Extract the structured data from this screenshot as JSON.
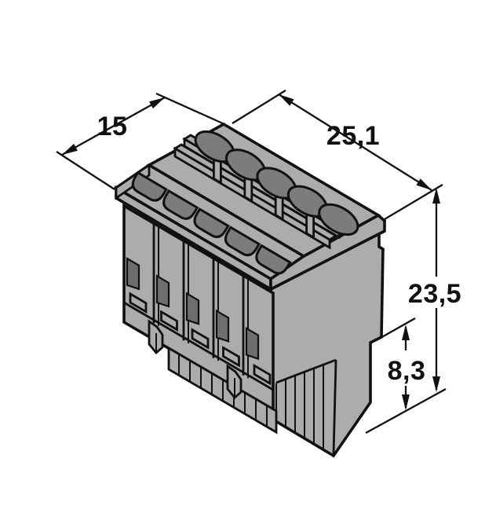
{
  "drawing": {
    "object": "pluggable-terminal-block-connector",
    "view": "isometric",
    "poles": 5,
    "dimensions": {
      "depth": {
        "value": "15"
      },
      "width": {
        "value": "25,1"
      },
      "height": {
        "value": "23,5"
      },
      "step_height": {
        "value": "8,3"
      }
    },
    "colors": {
      "background": "#ffffff",
      "body": "#acacac",
      "hole": "#7c7c7c",
      "notch": "#6e6e6e",
      "outline": "#111111"
    }
  }
}
